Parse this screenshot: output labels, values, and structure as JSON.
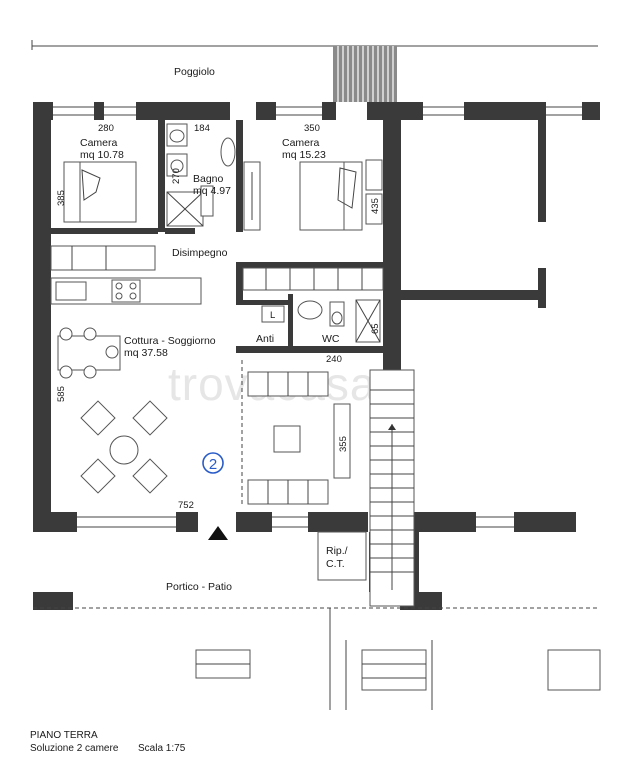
{
  "labels": {
    "poggiolo": "Poggiolo",
    "camera1": "Camera",
    "camera1_area": "mq 10.78",
    "bagno": "Bagno",
    "bagno_area": "mq 4.97",
    "camera2": "Camera",
    "camera2_area": "mq 15.23",
    "disimpegno": "Disimpegno",
    "anti": "Anti",
    "wc": "WC",
    "cottura": "Cottura - Soggiorno",
    "cottura_area": "mq 37.58",
    "portico": "Portico - Patio",
    "rip": "Rip./",
    "ct": "C.T.",
    "unit_number": "2",
    "watermark": "trovacasa",
    "l_mark": "L"
  },
  "dimensions": {
    "d280": "280",
    "d184": "184",
    "d350": "350",
    "d270": "270",
    "d385": "385",
    "d435": "435",
    "d65": "65",
    "d240": "240",
    "d585": "585",
    "d355": "355",
    "d752": "752"
  },
  "caption": {
    "line1": "PIANO TERRA",
    "line2": "Soluzione 2 camere",
    "scale": "Scala 1:75"
  }
}
